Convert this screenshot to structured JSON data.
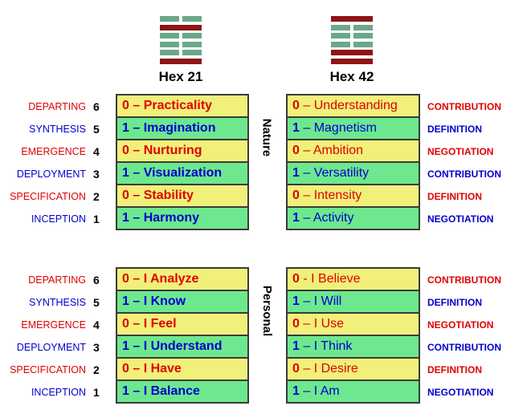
{
  "hexagrams": [
    {
      "title": "Hex 21",
      "lines": [
        "broken",
        "solid",
        "broken",
        "broken",
        "broken",
        "solid"
      ]
    },
    {
      "title": "Hex 42",
      "lines": [
        "solid",
        "broken",
        "broken",
        "broken",
        "solid",
        "solid"
      ]
    }
  ],
  "colors": {
    "line_red": "#8c1515",
    "line_green": "#6aa88a",
    "yellow": "#f0f07a",
    "green": "#6ee88e",
    "red_text": "#e00000",
    "blue_text": "#0000cc"
  },
  "sections": [
    {
      "label": "Nature",
      "rows": [
        {
          "stage": "DEPARTING",
          "num": "6",
          "left": "0 – Practicality",
          "right": "0 – Understanding",
          "right_label": "CONTRIBUTION"
        },
        {
          "stage": "SYNTHESIS",
          "num": "5",
          "left": "1 – Imagination",
          "right": "1 – Magnetism",
          "right_label": "DEFINITION"
        },
        {
          "stage": "EMERGENCE",
          "num": "4",
          "left": "0 – Nurturing",
          "right": "0 – Ambition",
          "right_label": "NEGOTIATION"
        },
        {
          "stage": "DEPLOYMENT",
          "num": "3",
          "left": "1 – Visualization",
          "right": "1 – Versatility",
          "right_label": "CONTRIBUTION"
        },
        {
          "stage": "SPECIFICATION",
          "num": "2",
          "left": "0 – Stability",
          "right": "0 – Intensity",
          "right_label": "DEFINITION"
        },
        {
          "stage": "INCEPTION",
          "num": "1",
          "left": "1 – Harmony",
          "right": "1 – Activity",
          "right_label": "NEGOTIATION"
        }
      ]
    },
    {
      "label": "Personal",
      "rows": [
        {
          "stage": "DEPARTING",
          "num": "6",
          "left": "0 – I Analyze",
          "right": "0 - I Believe",
          "right_label": "CONTRIBUTION"
        },
        {
          "stage": "SYNTHESIS",
          "num": "5",
          "left": "1 – I Know",
          "right": "1 – I Will",
          "right_label": "DEFINITION"
        },
        {
          "stage": "EMERGENCE",
          "num": "4",
          "left": "0 – I Feel",
          "right": "0 – I Use",
          "right_label": "NEGOTIATION"
        },
        {
          "stage": "DEPLOYMENT",
          "num": "3",
          "left": "1 – I Understand",
          "right": "1 – I Think",
          "right_label": "CONTRIBUTION"
        },
        {
          "stage": "SPECIFICATION",
          "num": "2",
          "left": "0 – I Have",
          "right": "0 – I Desire",
          "right_label": "DEFINITION"
        },
        {
          "stage": "INCEPTION",
          "num": "1",
          "left": "1 – I Balance",
          "right": "1 – I Am",
          "right_label": "NEGOTIATION"
        }
      ]
    }
  ]
}
